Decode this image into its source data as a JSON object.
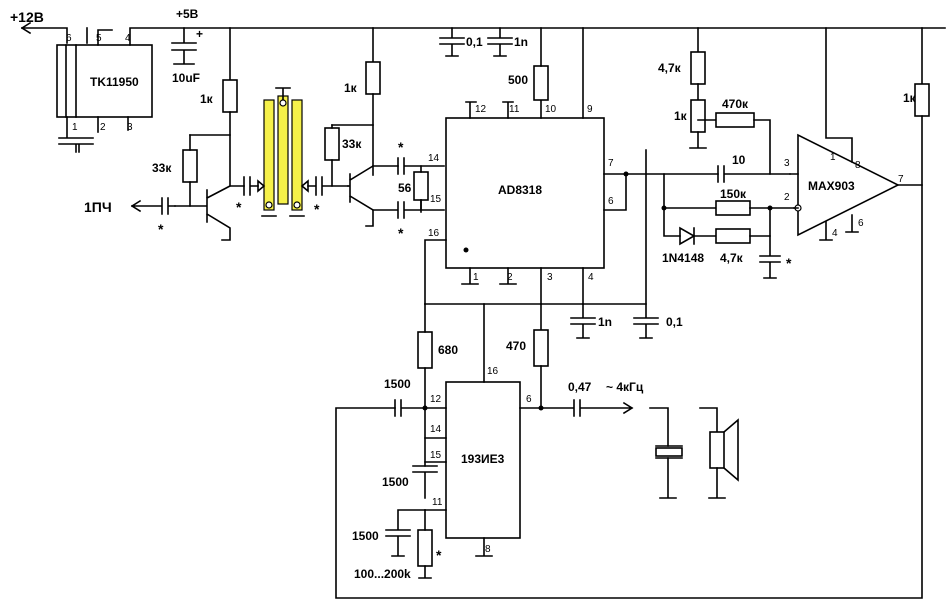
{
  "power": {
    "v12": "+12В",
    "v5": "+5В"
  },
  "chips": {
    "regulator": "TK11950",
    "detector": "AD8318",
    "comparator": "MAX903",
    "counter": "193ИЕ3"
  },
  "components": {
    "r_1k_a": "1к",
    "r_1k_b": "1к",
    "r_1k_c": "1к",
    "r_1k_d": "1к",
    "r_33k_a": "33к",
    "r_33k_b": "33к",
    "r_500": "500",
    "r_4k7_a": "4,7к",
    "r_470k": "470к",
    "r_150k": "150к",
    "r_4k7_b": "4,7к",
    "r_680": "680",
    "r_470": "470",
    "r_100_200k": "100...200k",
    "c_10uf": "10uF",
    "c_0_1a": "0,1",
    "c_1n_a": "1n",
    "c_56": "56",
    "c_1n_b": "1n",
    "c_0_1b": "0,1",
    "c_10": "10",
    "c_1500_a": "1500",
    "c_1500_b": "1500",
    "c_1500_c": "1500",
    "c_0_47": "0,47",
    "diode": "1N4148",
    "star": "*",
    "plus": "+"
  },
  "io": {
    "input": "1ПЧ",
    "output": "~ 4кГц"
  },
  "pins": {
    "reg": [
      "6",
      "5",
      "4",
      "1",
      "2",
      "3"
    ],
    "ad": [
      "14",
      "15",
      "16",
      "12",
      "11",
      "10",
      "9",
      "7",
      "6",
      "1",
      "2",
      "3",
      "4"
    ],
    "max": [
      "1",
      "8",
      "3",
      "2",
      "7",
      "4",
      "6"
    ],
    "cnt": [
      "16",
      "12",
      "14",
      "15",
      "11",
      "6",
      "8"
    ]
  },
  "colors": {
    "stripline": "#f5f04a"
  }
}
